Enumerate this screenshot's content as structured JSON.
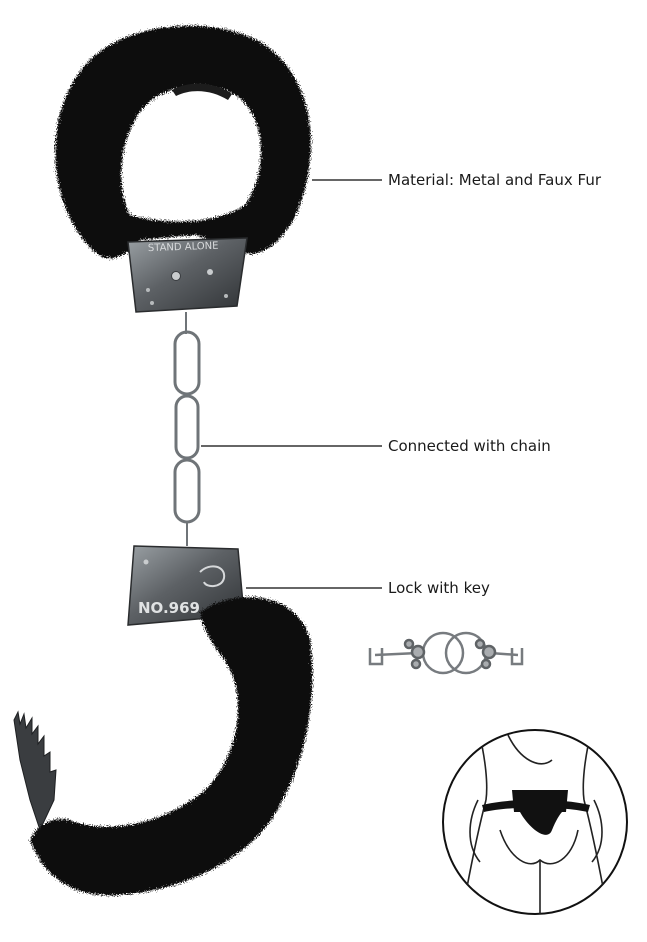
{
  "callouts": {
    "material": "Material: Metal and Faux Fur",
    "chain": "Connected with chain",
    "lock": "Lock with key"
  },
  "cuff_engravings": {
    "top_cuff": "STAND ALONE",
    "bottom_cuff": "NO.969"
  },
  "colors": {
    "fur": "#0c0c0c",
    "metal": "#6f7478",
    "metal_dark": "#3a3d40",
    "line": "#333333",
    "background": "#ffffff"
  },
  "icons": [
    "fur-cuff-top-icon",
    "chain-icon",
    "fur-cuff-bottom-icon",
    "keys-icon",
    "usage-illustration-icon"
  ]
}
